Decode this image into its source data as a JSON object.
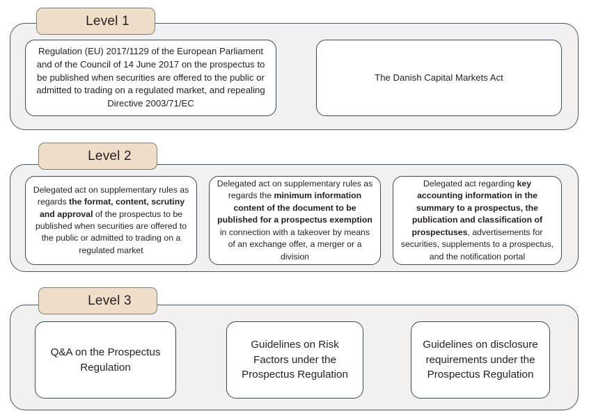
{
  "diagram": {
    "title": "Prospectus Regulation framework levels",
    "colors": {
      "badge_fill": "#f0dfc8",
      "badge_border": "#7d7d7d",
      "group_fill": "#f1f1f1",
      "group_border": "#4a565e",
      "card_fill": "#ffffff",
      "card_border": "#3c4a52",
      "text": "#231f20"
    }
  },
  "levels": [
    {
      "badge_label": "Level 1",
      "cards": [
        {
          "id": "prospectus-regulation",
          "segments": [
            {
              "text": "Regulation (EU) 2017/1129 of the European Parliament and of the Council of 14 June 2017 on the prospectus to be published when securities are offered to the public or admitted to trading on a regulated market, and repealing Directive 2003/71/EC",
              "bold": false
            }
          ]
        },
        {
          "id": "danish-capital-markets-act",
          "segments": [
            {
              "text": "The Danish Capital Markets Act",
              "bold": false
            }
          ]
        }
      ]
    },
    {
      "badge_label": "Level 2",
      "cards": [
        {
          "id": "delegated-act-format-content",
          "segments": [
            {
              "text": "Delegated act on supplementary rules as regards ",
              "bold": false
            },
            {
              "text": "the format, content, scrutiny and approval",
              "bold": true
            },
            {
              "text": " of the prospectus to be published when securities are offered to the public or admitted to trading on a regulated market",
              "bold": false
            }
          ]
        },
        {
          "id": "delegated-act-minimum-information",
          "segments": [
            {
              "text": "Delegated act on supplementary rules as regards the ",
              "bold": false
            },
            {
              "text": "minimum information content of the document to be published for a prospectus exemption",
              "bold": true
            },
            {
              "text": " in connection with a takeover by means of an exchange offer, a merger or a division",
              "bold": false
            }
          ]
        },
        {
          "id": "delegated-act-key-accounting",
          "segments": [
            {
              "text": "Delegated act regarding ",
              "bold": false
            },
            {
              "text": "key accounting information in the summary to a prospectus, the publication and classification of prospectuses",
              "bold": true
            },
            {
              "text": ", advertisements for securities, supplements to a prospectus, and the notification portal",
              "bold": false
            }
          ]
        }
      ]
    },
    {
      "badge_label": "Level 3",
      "cards": [
        {
          "id": "qa-prospectus-regulation",
          "segments": [
            {
              "text": "Q&A on the Prospectus Regulation",
              "bold": false
            }
          ]
        },
        {
          "id": "guidelines-risk-factors",
          "segments": [
            {
              "text": "Guidelines on Risk Factors under the Prospectus Regulation",
              "bold": false
            }
          ]
        },
        {
          "id": "guidelines-disclosure-requirements",
          "segments": [
            {
              "text": "Guidelines on disclosure requirements under the Prospectus Regulation",
              "bold": false
            }
          ]
        }
      ]
    }
  ]
}
